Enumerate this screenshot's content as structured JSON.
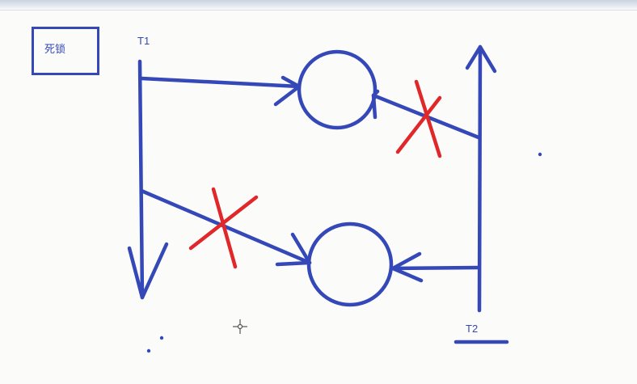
{
  "diagram": {
    "title": "死锁",
    "transactions": {
      "t1": "T1",
      "t2": "T2"
    },
    "colors": {
      "stroke": "#3548b8",
      "cross": "#e0282a"
    }
  },
  "cursor": {
    "icon": "crosshair-cursor-icon"
  }
}
